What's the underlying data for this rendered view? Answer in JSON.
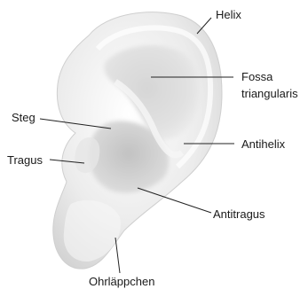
{
  "labels": {
    "helix": "Helix",
    "fossa_line1": "Fossa",
    "fossa_line2": "triangularis",
    "steg": "Steg",
    "antihelix": "Antihelix",
    "tragus": "Tragus",
    "antitragus": "Antitragus",
    "ohrlaeppchen": "Ohrläppchen"
  },
  "colors": {
    "ear_light": "#f4f4f4",
    "ear_mid": "#dcdcdc",
    "ear_shadow": "#b9b9b9",
    "leader": "#222222",
    "text": "#1a1a1a"
  }
}
